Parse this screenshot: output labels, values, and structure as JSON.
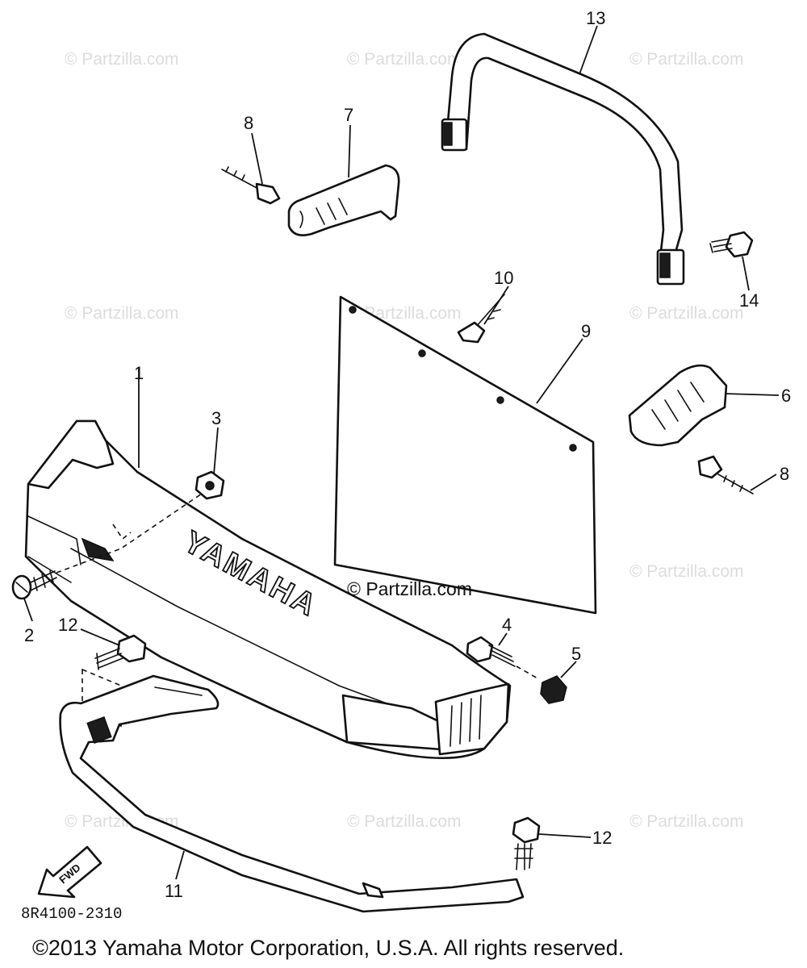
{
  "watermark": "© Partzilla.com",
  "center_watermark": "© Partzilla.com",
  "brand_text": "YAMAHA",
  "front_label": "FWD",
  "diagram_code": "8R4100-2310",
  "copyright": "©2013  Yamaha Motor Corporation, U.S.A. All rights reserved.",
  "callouts": {
    "c1": "1",
    "c2": "2",
    "c3": "3",
    "c4": "4",
    "c5": "5",
    "c6": "6",
    "c7": "7",
    "c8a": "8",
    "c8b": "8",
    "c9": "9",
    "c10": "10",
    "c11": "11",
    "c12a": "12",
    "c12b": "12",
    "c13": "13",
    "c14": "14"
  }
}
